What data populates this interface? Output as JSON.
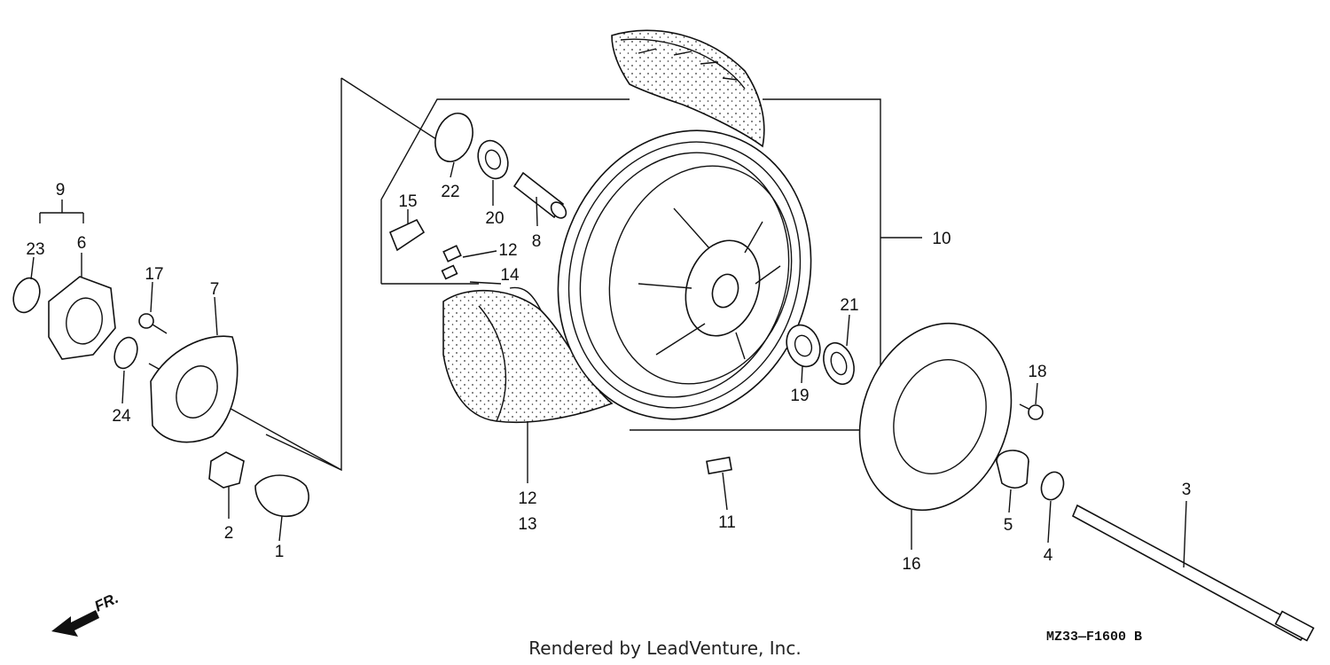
{
  "diagram": {
    "callouts": {
      "c1": "1",
      "c2": "2",
      "c3": "3",
      "c4": "4",
      "c5": "5",
      "c6": "6",
      "c7": "7",
      "c8": "8",
      "c9": "9",
      "c10": "10",
      "c11": "11",
      "c12a": "12",
      "c12b": "12",
      "c13": "13",
      "c14": "14",
      "c15": "15",
      "c16": "16",
      "c17": "17",
      "c18": "18",
      "c19": "19",
      "c20": "20",
      "c21": "21",
      "c22": "22",
      "c23": "23",
      "c24": "24"
    },
    "direction_label": "FR.",
    "diagram_code": "MZ33—F1600 B",
    "footer": "Rendered by LeadVenture, Inc."
  }
}
